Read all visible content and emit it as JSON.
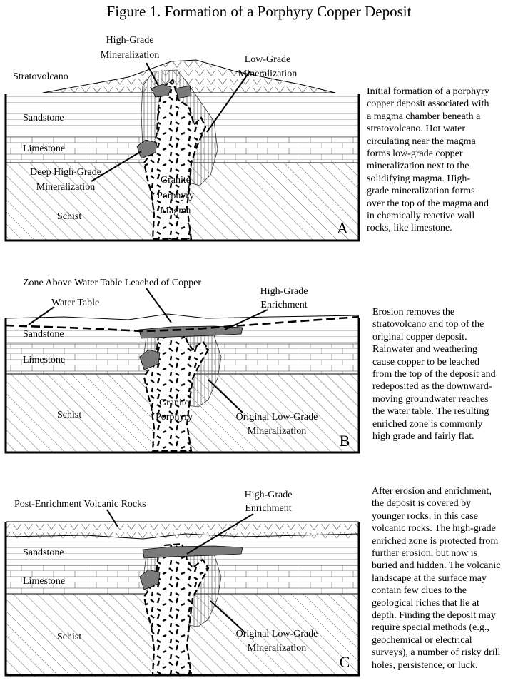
{
  "title": "Figure 1.  Formation of a Porphyry Copper Deposit",
  "panels": [
    {
      "letter": "A",
      "layers": {
        "sandstone": "Sandstone",
        "limestone": "Limestone",
        "schist": "Schist"
      },
      "labels": {
        "stratovolcano": "Stratovolcano",
        "high_grade_1": "High-Grade",
        "high_grade_2": "Mineralization",
        "low_grade_1": "Low-Grade",
        "low_grade_2": "Mineralization",
        "deep_1": "Deep High-Grade",
        "deep_2": "Mineralization",
        "granite_1": "Granite",
        "granite_2": "Porphyry",
        "granite_3": "Magma"
      },
      "description": "Initial formation of a porphyry\ncopper deposit associated with\na magma chamber beneath a\nstratovolcano.  Hot water\ncirculating near the magma\nforms low-grade copper\nmineralization next to the\nsolidifying magma. High-\ngrade mineralization forms\nover the top of the magma and\nin chemically reactive wall\nrocks, like limestone."
    },
    {
      "letter": "B",
      "layers": {
        "sandstone": "Sandstone",
        "limestone": "Limestone",
        "schist": "Schist"
      },
      "labels": {
        "leached": "Zone Above Water Table Leached of Copper",
        "water_table": "Water Table",
        "enrich_1": "High-Grade",
        "enrich_2": "Enrichment",
        "orig_1": "Original Low-Grade",
        "orig_2": "Mineralization",
        "granite_1": "Granite",
        "granite_2": "Porphyry"
      },
      "description": "Erosion removes the\nstratovolcano and top of the\noriginal copper deposit.\nRainwater and weathering\ncause copper to be leached\nfrom the top of the deposit and\nredeposited as the downward-\nmoving groundwater reaches\nthe water table. The resulting\nenriched zone is commonly\nhigh grade and fairly flat."
    },
    {
      "letter": "C",
      "layers": {
        "sandstone": "Sandstone",
        "limestone": "Limestone",
        "schist": "Schist"
      },
      "labels": {
        "volcanic": "Post-Enrichment Volcanic Rocks",
        "enrich_1": "High-Grade",
        "enrich_2": "Enrichment",
        "orig_1": "Original Low-Grade",
        "orig_2": "Mineralization"
      },
      "description": "After erosion and enrichment,\nthe deposit is covered by\nyounger rocks, in this case\nvolcanic rocks. The high-grade\nenriched zone is protected from\nfurther erosion, but now is\nburied and hidden. The volcanic\nlandscape at the surface may\ncontain few clues to the\ngeological riches that lie at\ndepth. Finding the deposit may\nrequire special methods (e.g.,\ngeochemical or electrical\nsurveys), a number of risky drill\nholes, persistence, or luck."
    }
  ]
}
